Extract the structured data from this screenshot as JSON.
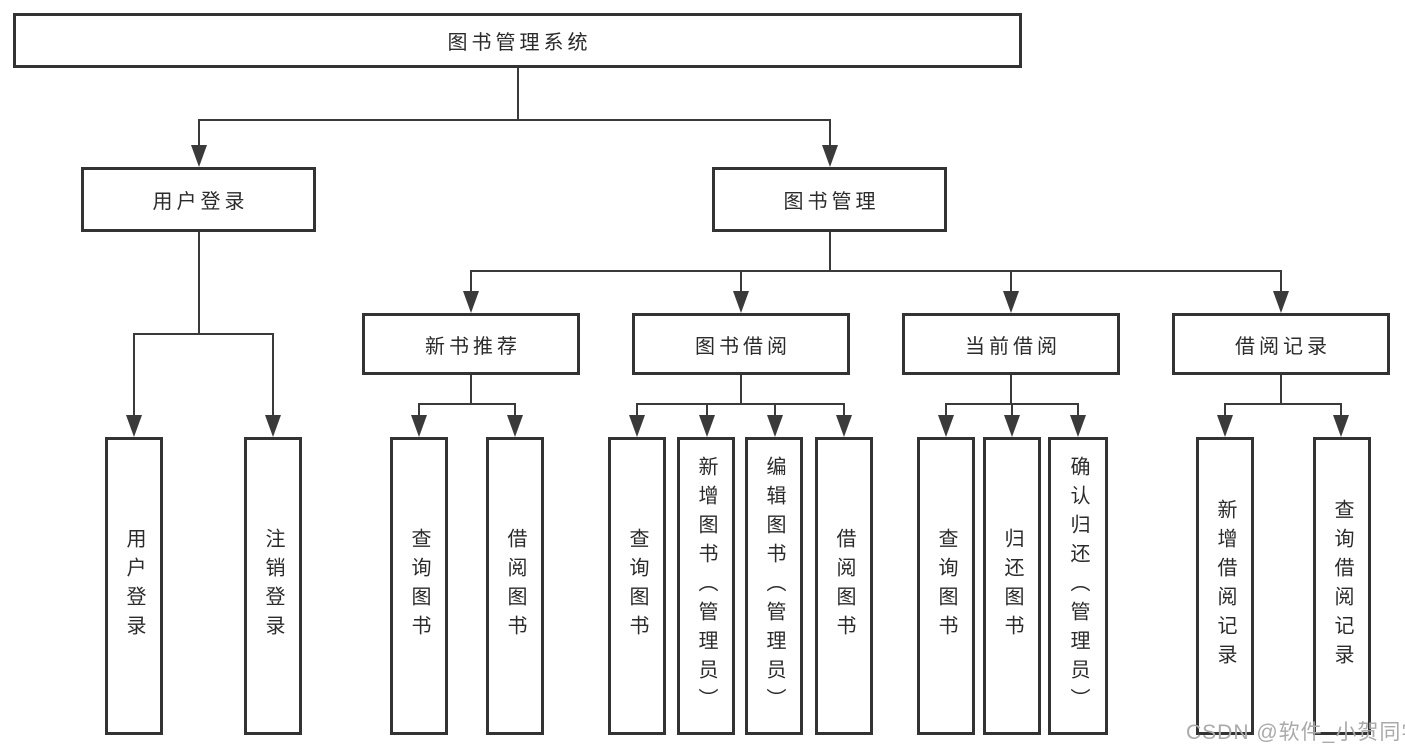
{
  "diagram": {
    "type": "tree",
    "tree": {
      "label": "图书管理系统",
      "children": [
        {
          "label": "用户登录",
          "children": [
            {
              "label": "用户登录"
            },
            {
              "label": "注销登录"
            }
          ]
        },
        {
          "label": "图书管理",
          "children": [
            {
              "label": "新书推荐",
              "children": [
                {
                  "label": "查询图书"
                },
                {
                  "label": "借阅图书"
                }
              ]
            },
            {
              "label": "图书借阅",
              "children": [
                {
                  "label": "查询图书"
                },
                {
                  "label": "新增图书（管理员）"
                },
                {
                  "label": "编辑图书（管理员）"
                },
                {
                  "label": "借阅图书"
                }
              ]
            },
            {
              "label": "当前借阅",
              "children": [
                {
                  "label": "查询图书"
                },
                {
                  "label": "归还图书"
                },
                {
                  "label": "确认归还（管理员）"
                }
              ]
            },
            {
              "label": "借阅记录",
              "children": [
                {
                  "label": "新增借阅记录"
                },
                {
                  "label": "查询借阅记录"
                }
              ]
            }
          ]
        }
      ]
    }
  },
  "watermark": {
    "text": "CSDN @软件_小贺同学"
  },
  "colors": {
    "line": "#3a3a3a",
    "border": "#333333",
    "text": "#2b2b2b",
    "bg": "#ffffff",
    "watermark": "#aaaaaa"
  }
}
